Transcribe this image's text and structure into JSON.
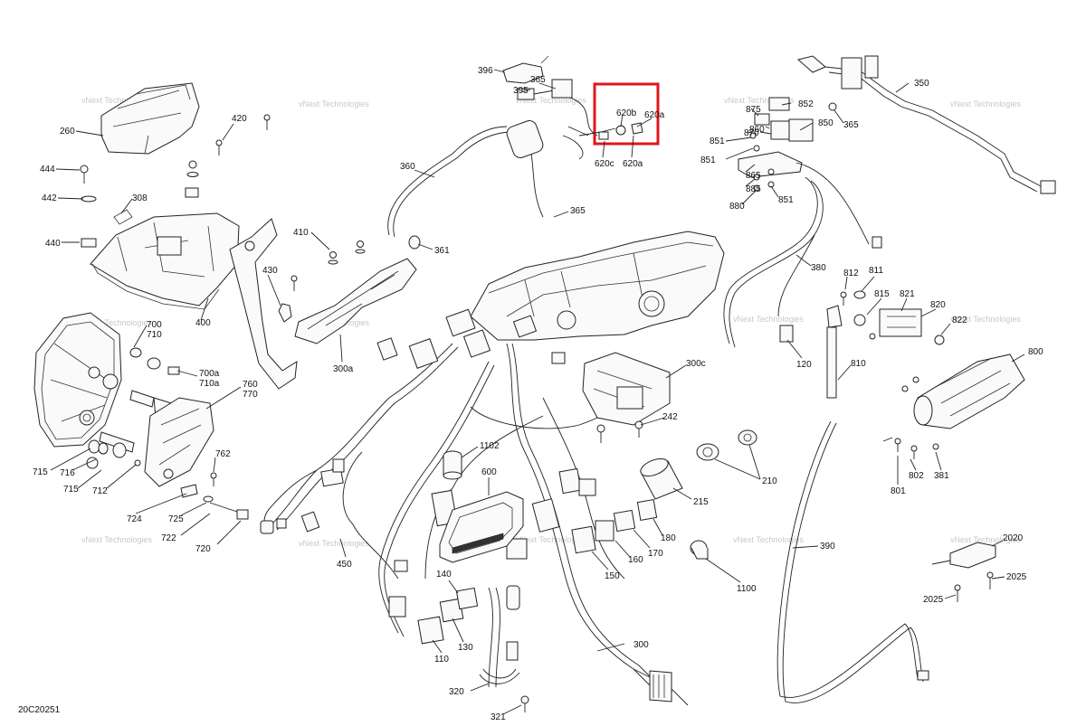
{
  "diagram_code": "20C20251",
  "watermark": "vNext Technologies",
  "labels": [
    "396",
    "395",
    "365",
    "620b",
    "620a",
    "620c",
    "620a",
    "360",
    "365",
    "361",
    "260",
    "420",
    "444",
    "442",
    "308",
    "440",
    "410",
    "430",
    "400",
    "300a",
    "700",
    "710",
    "700a",
    "710a",
    "760",
    "770",
    "715",
    "716",
    "715",
    "712",
    "762",
    "724",
    "725",
    "722",
    "720",
    "450",
    "1102",
    "600",
    "300c",
    "242",
    "215",
    "210",
    "180",
    "170",
    "160",
    "150",
    "140",
    "130",
    "110",
    "320",
    "321",
    "300",
    "1100",
    "390",
    "350",
    "852",
    "875",
    "860",
    "870",
    "850",
    "365",
    "851",
    "851",
    "865",
    "885",
    "880",
    "851",
    "380",
    "812",
    "811",
    "815",
    "821",
    "820",
    "822",
    "120",
    "810",
    "800",
    "802",
    "381",
    "801",
    "2020",
    "2025",
    "2025"
  ]
}
